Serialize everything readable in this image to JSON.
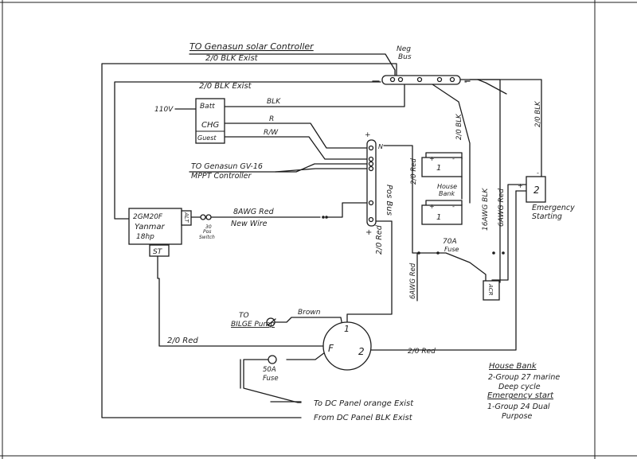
{
  "labels": {
    "solar_controller": "TO Genasun solar Controller",
    "neg_bus": "Neg Bus",
    "blk_exist_top": "2/0 BLK Exist",
    "blk_exist_second": "2/0 BLK Exist",
    "v110": "110V",
    "charger_batt": "Batt",
    "charger_chg": "CHG",
    "charger_guest": "Guest",
    "wire_blk": "BLK",
    "wire_r": "R",
    "wire_rw": "R/W",
    "gv16_line1": "TO Genasun GV-16",
    "gv16_line2": "MPPT Controller",
    "pos_bus": "Pos Bus",
    "engine_line1": "2GM20F",
    "engine_line2": "Yanmar",
    "engine_line3": "18hp",
    "alt": "ALT",
    "st": "ST",
    "sw_line1": "30",
    "sw_line2": "Pos",
    "sw_line3": "Switch",
    "awg8_red": "8AWG Red",
    "new_wire": "New Wire",
    "red_2_0_bus": "2/0 Red",
    "red_2_0_left": "2/0 Red",
    "red_2_0_right": "2/0 Red",
    "bilge_to": "TO",
    "bilge_pump": "BILGE Pump",
    "brown": "Brown",
    "sw_term_1": "1",
    "sw_term_f": "F",
    "sw_term_2": "2",
    "fuse50_line1": "50A",
    "fuse50_line2": "Fuse",
    "dc_orange": "To DC Panel orange Exist",
    "dc_blk": "From DC Panel BLK Exist",
    "batt1_top": "1",
    "batt1_bottom": "1",
    "batt2": "2",
    "house_bank_line1": "House",
    "house_bank_line2": "Bank",
    "awg16_blk": "16AWG BLK",
    "awg6_red_vertical": "6AWG Red",
    "awg6_red_left": "6AWG Red",
    "fuse70_line1": "70A",
    "fuse70_line2": "Fuse",
    "acr": "ACR",
    "blk_2_0_a": "2/0 BLK",
    "blk_2_0_b": "2/0 BLK",
    "red_2_0_batt": "2/0 Red",
    "emergency_line1": "Emergency",
    "emergency_line2": "Starting",
    "note_house_title": "House Bank",
    "note_house_line1": "2-Group 27 marine",
    "note_house_line2": "Deep cycle",
    "note_emergency_title": "Emergency start",
    "note_emergency_line1": "1-Group 24 Dual",
    "note_emergency_line2": "Purpose"
  }
}
